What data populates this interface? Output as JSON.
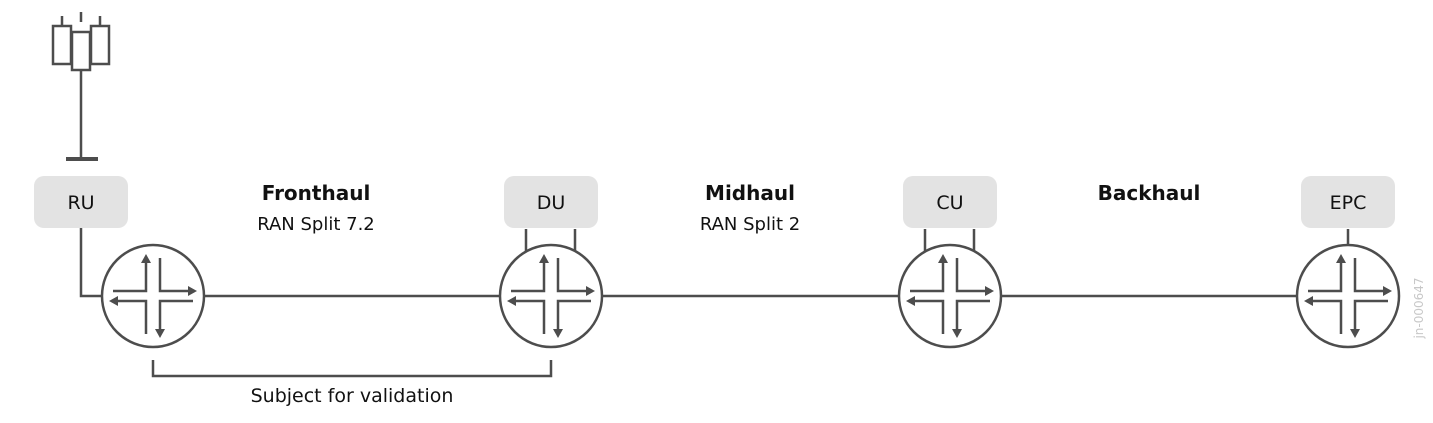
{
  "nodes": {
    "ru": "RU",
    "du": "DU",
    "cu": "CU",
    "epc": "EPC"
  },
  "segments": {
    "fronthaul": {
      "title": "Fronthaul",
      "subtitle": "RAN Split 7.2"
    },
    "midhaul": {
      "title": "Midhaul",
      "subtitle": "RAN Split 2"
    },
    "backhaul": {
      "title": "Backhaul"
    }
  },
  "validation_label": "Subject for validation",
  "doc_id": "jn-000647",
  "colors": {
    "box_fill": "#e3e3e3",
    "line": "#4d4d4d",
    "router_stroke": "#4d4d4d",
    "text": "#111111",
    "doc_id": "#c8c8c8"
  },
  "icons": {
    "antenna": "cell-tower-icon",
    "router": "router-icon"
  }
}
